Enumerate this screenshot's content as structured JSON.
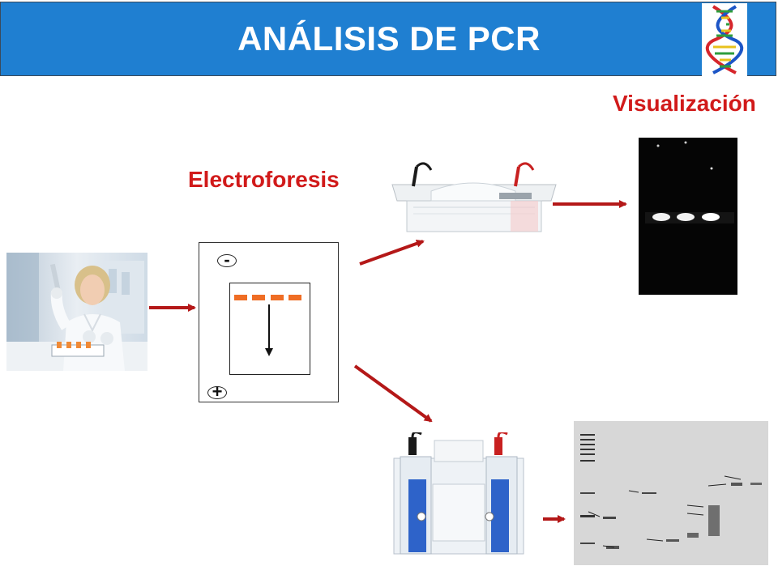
{
  "header": {
    "title": "ANÁLISIS DE PCR"
  },
  "labels": {
    "electroforesis": "Electroforesis",
    "visualizacion": "Visualización"
  },
  "diagram": {
    "negative_pole": "-",
    "positive_pole": "+",
    "well_count": 4
  },
  "colors": {
    "banner": "#1f7fd1",
    "accent_red": "#d11a1a",
    "arrow": "#b41818",
    "well": "#ef6d24"
  },
  "icons": {
    "dna": "dna-helix-icon"
  }
}
